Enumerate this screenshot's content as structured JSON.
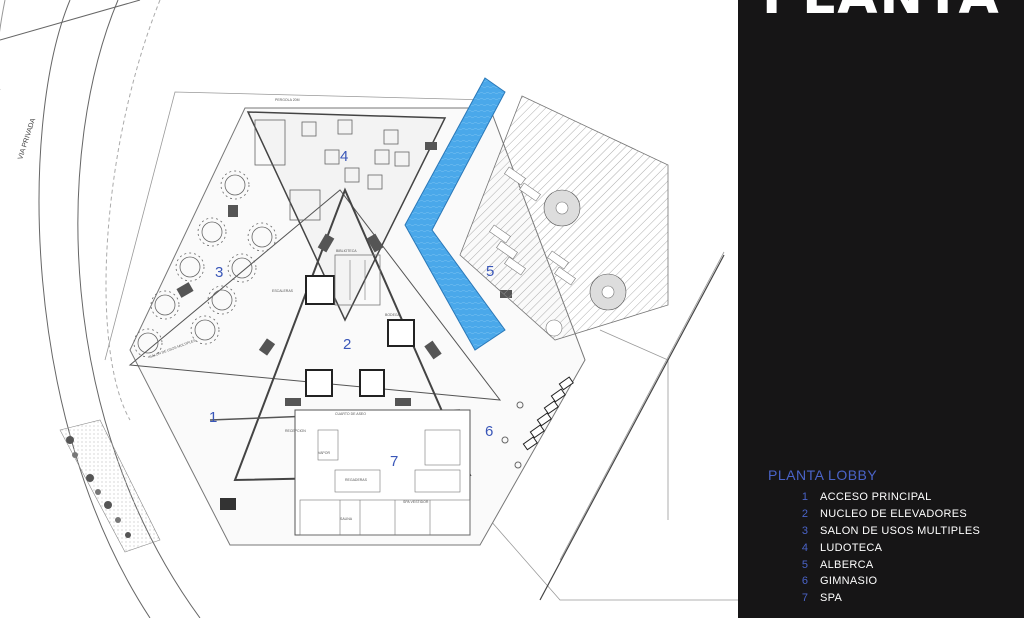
{
  "title": "PLANTA LOBBY",
  "legend": {
    "heading": "PLANTA LOBBY",
    "items": [
      {
        "num": "1",
        "label": "ACCESO PRINCIPAL"
      },
      {
        "num": "2",
        "label": "NUCLEO DE ELEVADORES"
      },
      {
        "num": "3",
        "label": "SALON DE USOS MULTIPLES"
      },
      {
        "num": "4",
        "label": "LUDOTECA"
      },
      {
        "num": "5",
        "label": "ALBERCA"
      },
      {
        "num": "6",
        "label": "GIMNASIO"
      },
      {
        "num": "7",
        "label": "SPA"
      }
    ]
  },
  "plan": {
    "road_label": "VIA PRIVADA",
    "zones": [
      "1",
      "2",
      "3",
      "4",
      "5",
      "6",
      "7"
    ],
    "small_labels": {
      "pergola": "PERGOLA 20M",
      "biblioteca": "BIBLIOTECA",
      "bodega": "BODEGA",
      "cuarto": "CUARTO DE ASEO",
      "recepcion": "RECEPCION",
      "vapor": "VAPOR",
      "sauna": "SAUNA",
      "regadera": "REGADERAS",
      "spa_vestidor": "SPA VESTIDOR",
      "escaleras": "ESCALERAS",
      "salon": "SALON DE USOS MULTIPLES"
    }
  },
  "colors": {
    "panel": "#161516",
    "accent": "#4a63c8",
    "pool": "#4aa8ea",
    "zone_number": "#3956b8"
  }
}
